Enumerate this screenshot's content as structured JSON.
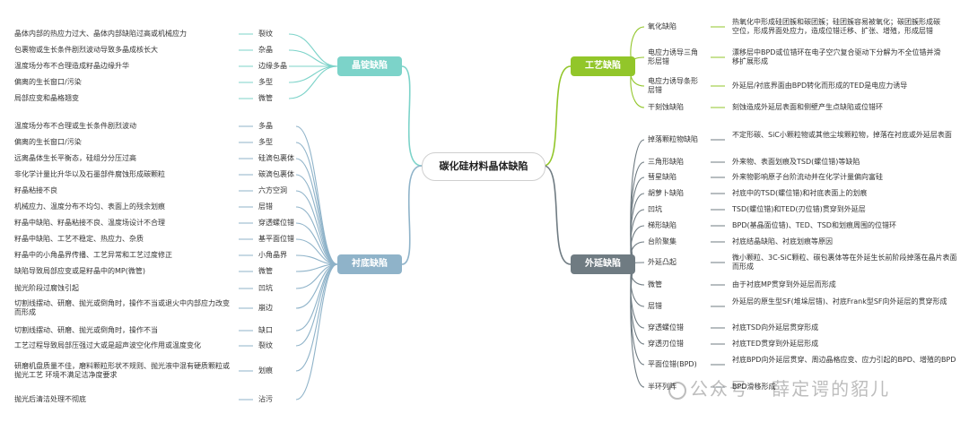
{
  "center": "碳化硅材料晶体缺陷",
  "colors": {
    "crystal": "#7cd3c9",
    "process": "#92c62a",
    "substrate": "#8fb3c9",
    "epi": "#6f7b82"
  },
  "crystal": {
    "title": "晶锭缺陷",
    "items": [
      {
        "cause": "晶体内部的热应力过大、晶体内部缺陷过高或机械应力",
        "name": "裂纹"
      },
      {
        "cause": "包裹物或生长条件剧烈波动导致多晶成核长大",
        "name": "杂晶"
      },
      {
        "cause": "温度场分布不合理造成籽晶边缘升华",
        "name": "边缘多晶"
      },
      {
        "cause": "偏离的生长窗口/污染",
        "name": "多型"
      },
      {
        "cause": "局部应变和晶格翘变",
        "name": "微管"
      }
    ]
  },
  "substrate": {
    "title": "衬底缺陷",
    "items": [
      {
        "cause": "温度场分布不合理或生长条件剧烈波动",
        "name": "多晶"
      },
      {
        "cause": "偏离的生长窗口/污染",
        "name": "多型"
      },
      {
        "cause": "远离晶体生长平衡态，硅组分分压过高",
        "name": "硅滴包裹体"
      },
      {
        "cause": "非化学计量比升华以及石墨部件腐蚀形成碳颗粒",
        "name": "碳滴包裹体"
      },
      {
        "cause": "籽晶粘接不良",
        "name": "六方空洞"
      },
      {
        "cause": "机械应力、温度分布不均匀、表面上的残余划痕",
        "name": "层错"
      },
      {
        "cause": "籽晶中缺陷、籽晶粘接不良、温度场设计不合理",
        "name": "穿透螺位错"
      },
      {
        "cause": "籽晶中缺陷、工艺不稳定、热应力、杂质",
        "name": "基平面位错"
      },
      {
        "cause": "籽晶中的小角晶界传播、工艺异常和工艺过度修正",
        "name": "小角晶界"
      },
      {
        "cause": "缺陷导致局部应变或是籽晶中的MP(微管)",
        "name": "微管"
      },
      {
        "cause": "抛光阶段过腐蚀引起",
        "name": "凹坑"
      },
      {
        "cause": "切割线摆动、研磨、抛光或倒角时，操作不当或退火中内部应力改变而形成",
        "name": "崩边"
      },
      {
        "cause": "切割线摆动、研磨、抛光或倒角时，操作不当",
        "name": "缺口"
      },
      {
        "cause": "工艺过程导致局部压强过大或是超声波空化作用或温度变化",
        "name": "裂纹"
      },
      {
        "cause": "研磨机盘质量不佳，磨料颗粒形状不规则、抛光液中混有硬质颗粒或抛光工艺 环境不满足洁净度要求",
        "name": "划痕"
      },
      {
        "cause": "抛光后清洁处理不彻底",
        "name": "沾污"
      }
    ]
  },
  "process": {
    "title": "工艺缺陷",
    "items": [
      {
        "name": "氧化缺陷",
        "desc": "热氧化中形成硅团簇和碳团簇；硅团簇容易被氧化；碳团簇形成碳空位，形成界面处应力，造成位错迁移、扩张、增殖，形成层错"
      },
      {
        "name": "电应力诱导三角形层错",
        "desc": "漂移层中BPD或位错环在电子空穴复合驱动下分解为不全位错并滑移扩展形成"
      },
      {
        "name": "电应力诱导条形层错",
        "desc": "外延层/衬底界面由BPD转化而形成的TED是电应力诱导"
      },
      {
        "name": "干刻蚀缺陷",
        "desc": "刻蚀造成外延层表面和侧壁产生点缺陷或位错环"
      }
    ]
  },
  "epi": {
    "title": "外延缺陷",
    "items": [
      {
        "name": "掉落颗粒物缺陷",
        "desc": "不定形碳、SiC小颗粒物或其他尘埃颗粒物，掉落在衬底或外延层表面"
      },
      {
        "name": "三角形缺陷",
        "desc": "外来物、表面划痕及TSD(螺位错)等缺陷"
      },
      {
        "name": "彗星缺陷",
        "desc": "外来物影响原子台阶流动并在化学计量偏向富硅"
      },
      {
        "name": "胡萝卜缺陷",
        "desc": "衬底中的TSD(螺位错)和衬底表面上的划痕"
      },
      {
        "name": "凹坑",
        "desc": "TSD(螺位错)和TED(刃位错)贯穿到外延层"
      },
      {
        "name": "梯形缺陷",
        "desc": "BPD(基晶面位错)、TED、TSD和划痕周围的位错环"
      },
      {
        "name": "台阶聚集",
        "desc": "衬底结晶缺陷、衬底划痕等原因"
      },
      {
        "name": "外延凸起",
        "desc": "微小颗粒、3C-SiC颗粒、碳包裹体等在外延生长前阶段掉落在晶片表面而形成"
      },
      {
        "name": "微管",
        "desc": "由于衬底MP贯穿到外延层而形成"
      },
      {
        "name": "层错",
        "desc": "外延层的原生型SF(堆垛层错)、衬底Frank型SF向外延层的贯穿形成"
      },
      {
        "name": "穿透螺位错",
        "desc": "衬底TSD向外延层贯穿形成"
      },
      {
        "name": "穿透刃位错",
        "desc": "衬底TED贯穿到外延层形成"
      },
      {
        "name": "平面位错(BPD)",
        "desc": "衬底BPD向外延层贯穿、周边晶格应变、应力引起的BPD、增殖的BPD"
      },
      {
        "name": "半环列阵",
        "desc": "BPD滑移形成"
      }
    ]
  },
  "watermark": "公众号 · 薛定谔的貂儿"
}
